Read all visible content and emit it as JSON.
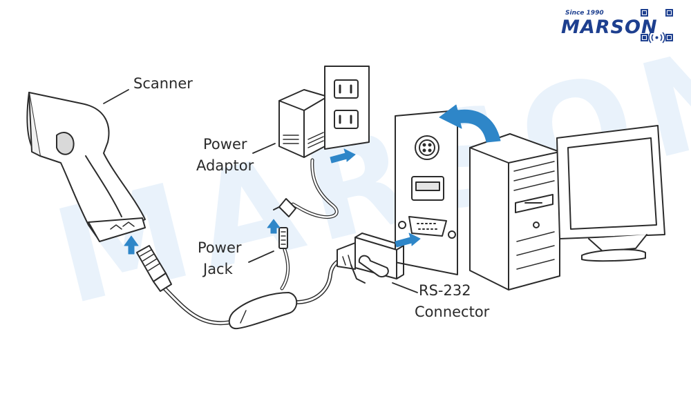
{
  "watermark": "MARSON",
  "logo": {
    "tagline": "Since 1990",
    "name": "MARSON",
    "brand_color": "#1d3f8f"
  },
  "labels": {
    "scanner": "Scanner",
    "power_adaptor": [
      "Power",
      "Adaptor"
    ],
    "power_jack": [
      "Power",
      "Jack"
    ],
    "rs232": [
      "RS-232",
      "Connector"
    ]
  },
  "colors": {
    "line": "#2b2b2b",
    "arrow_blue": "#2e86c8",
    "fill": "#ffffff"
  },
  "icons": [
    "scanner-icon",
    "power-adaptor-icon",
    "wall-outlet-icon",
    "port-panel-icon",
    "pc-tower-icon",
    "monitor-icon",
    "rs232-connector-icon",
    "power-jack-icon",
    "cable-splitter-icon",
    "rotate-arrow-icon"
  ]
}
